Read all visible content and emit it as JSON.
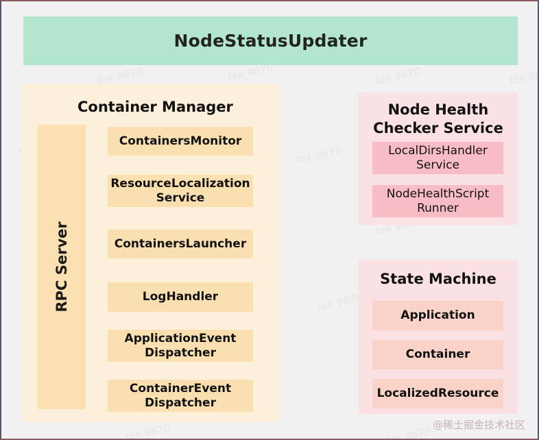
{
  "diagram": {
    "header": {
      "label": "NodeStatusUpdater",
      "color": "#b2e6ce"
    },
    "container_manager": {
      "title": "Container Manager",
      "panel_color": "#fdf0da",
      "rpc_server": {
        "label": "RPC Server",
        "color": "#fbe0b2"
      },
      "card_color": "#fae0b0",
      "cards": [
        {
          "label": "ContainersMonitor"
        },
        {
          "label": "ResourceLocalization Service"
        },
        {
          "label": "ContainersLauncher"
        },
        {
          "label": "LogHandler"
        },
        {
          "label": "ApplicationEvent Dispatcher"
        },
        {
          "label": "ContainerEvent Dispatcher"
        }
      ]
    },
    "node_health_checker": {
      "title": "Node Health Checker Service",
      "panel_color": "#fce1e4",
      "card_color": "#f7bcc4",
      "cards": [
        {
          "label": "LocalDirsHandler Service"
        },
        {
          "label": "NodeHealthScript Runner"
        }
      ]
    },
    "state_machine": {
      "title": "State Machine",
      "panel_color": "#fce1e4",
      "card_color": "#f9d3c8",
      "cards": [
        {
          "label": "Application"
        },
        {
          "label": "Container"
        },
        {
          "label": "LocalizedResource"
        }
      ]
    },
    "watermarks": {
      "tile_text": "tek 9670",
      "brand": "@稀土掘金技术社区"
    }
  }
}
